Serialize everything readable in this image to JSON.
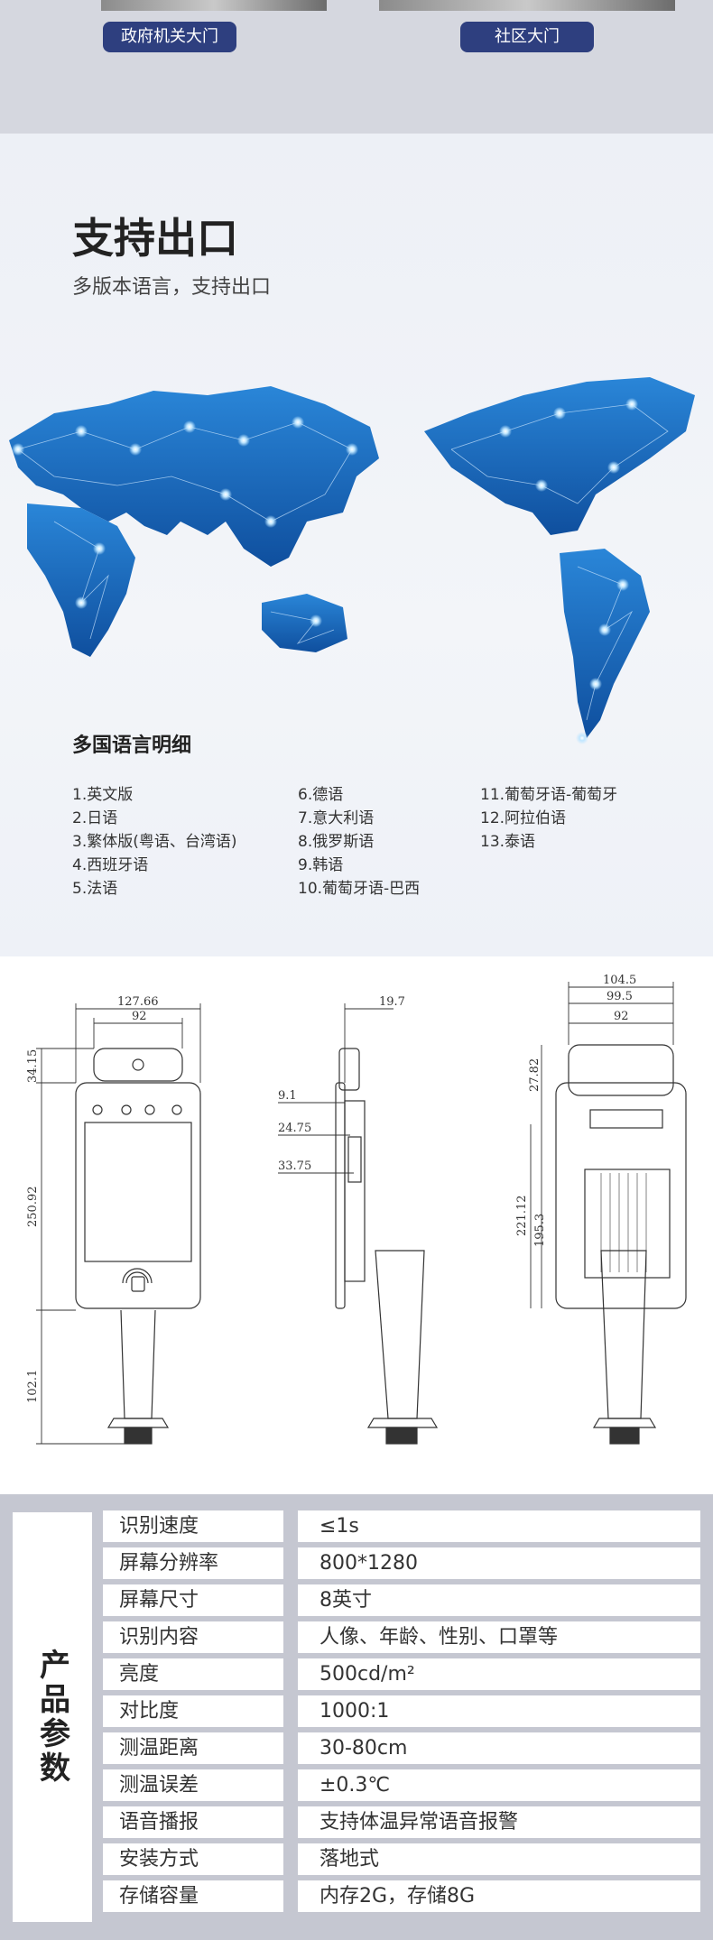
{
  "scenes": {
    "left_label": "政府机关大门",
    "right_label": "社区大门"
  },
  "export": {
    "title": "支持出口",
    "subtitle": "多版本语言，支持出口",
    "detail_title": "多国语言明细",
    "languages_col1": [
      "1.英文版",
      "2.日语",
      "3.繁体版(粤语、台湾语)",
      "4.西班牙语",
      "5.法语"
    ],
    "languages_col2": [
      "6.德语",
      "7.意大利语",
      "8.俄罗斯语",
      "9.韩语",
      "10.葡萄牙语-巴西"
    ],
    "languages_col3": [
      "11.葡萄牙语-葡萄牙",
      "12.阿拉伯语",
      "13.泰语"
    ]
  },
  "dimensions": {
    "front": {
      "width_outer": "127.66",
      "width_inner": "92",
      "camera_h": "34.15",
      "body_h": "250.92",
      "stand_h": "102.1"
    },
    "side": {
      "depth": "19.7",
      "d1": "9.1",
      "d2": "24.75",
      "d3": "33.75"
    },
    "back": {
      "w1": "104.5",
      "w2": "99.5",
      "w3": "92",
      "h1": "27.82",
      "h2": "221.12",
      "h3": "195.3"
    }
  },
  "specs": {
    "side_title": "产品参数",
    "rows": [
      {
        "key": "识别速度",
        "value": "≤1s"
      },
      {
        "key": "屏幕分辨率",
        "value": "800*1280"
      },
      {
        "key": "屏幕尺寸",
        "value": "8英寸"
      },
      {
        "key": "识别内容",
        "value": "人像、年龄、性别、口罩等"
      },
      {
        "key": "亮度",
        "value": "500cd/m²"
      },
      {
        "key": "对比度",
        "value": "1000:1"
      },
      {
        "key": "测温距离",
        "value": "30-80cm"
      },
      {
        "key": "测温误差",
        "value": "±0.3℃"
      },
      {
        "key": "语音播报",
        "value": "支持体温异常语音报警"
      },
      {
        "key": "安装方式",
        "value": "落地式"
      },
      {
        "key": "存储容量",
        "value": "内存2G，存储8G"
      }
    ]
  },
  "colors": {
    "pill_bg": "#2e3f7f",
    "map_blue": "#1f6fc4",
    "table_bg": "#c5c7d1"
  }
}
